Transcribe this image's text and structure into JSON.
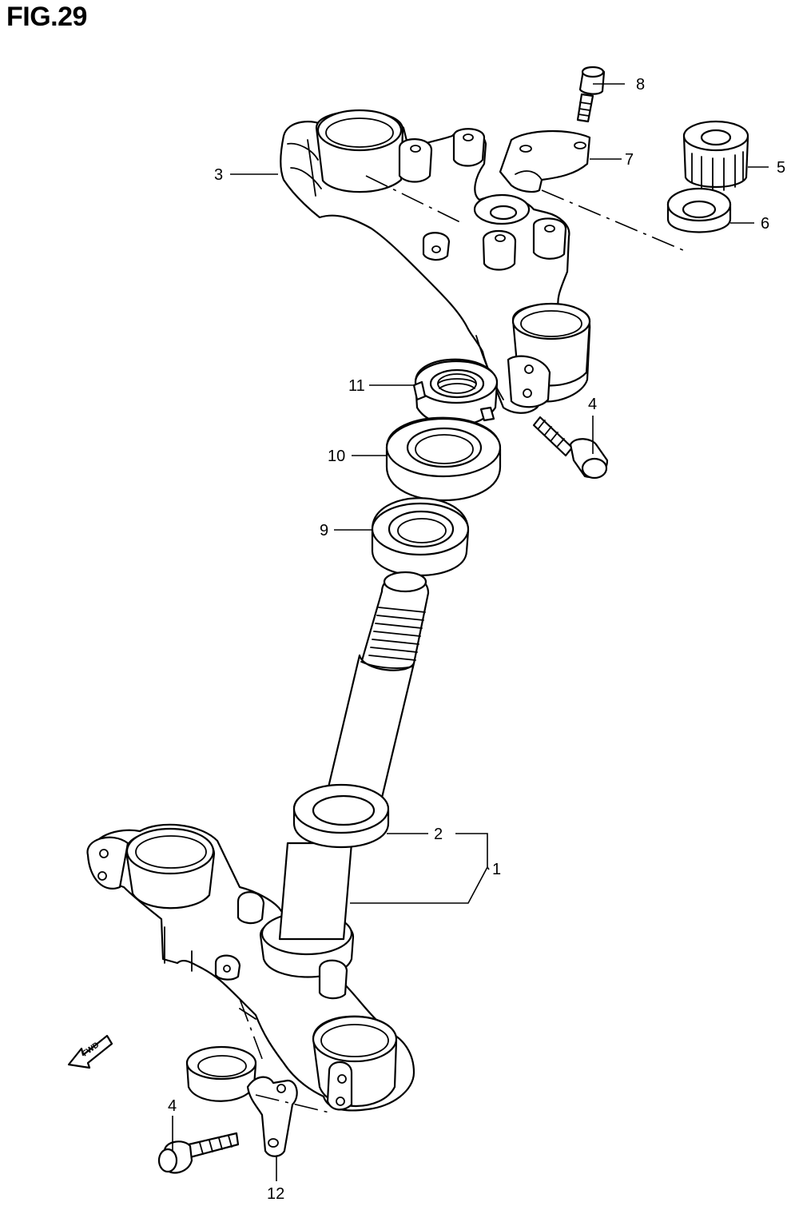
{
  "figure": {
    "title": "FIG.29"
  },
  "direction_label": "FWD",
  "callouts": [
    {
      "id": "c1",
      "label": "1"
    },
    {
      "id": "c2",
      "label": "2"
    },
    {
      "id": "c3",
      "label": "3"
    },
    {
      "id": "c4a",
      "label": "4"
    },
    {
      "id": "c4b",
      "label": "4"
    },
    {
      "id": "c5",
      "label": "5"
    },
    {
      "id": "c6",
      "label": "6"
    },
    {
      "id": "c7",
      "label": "7"
    },
    {
      "id": "c8",
      "label": "8"
    },
    {
      "id": "c9",
      "label": "9"
    },
    {
      "id": "c10",
      "label": "10"
    },
    {
      "id": "c11",
      "label": "11"
    },
    {
      "id": "c12",
      "label": "12"
    }
  ]
}
